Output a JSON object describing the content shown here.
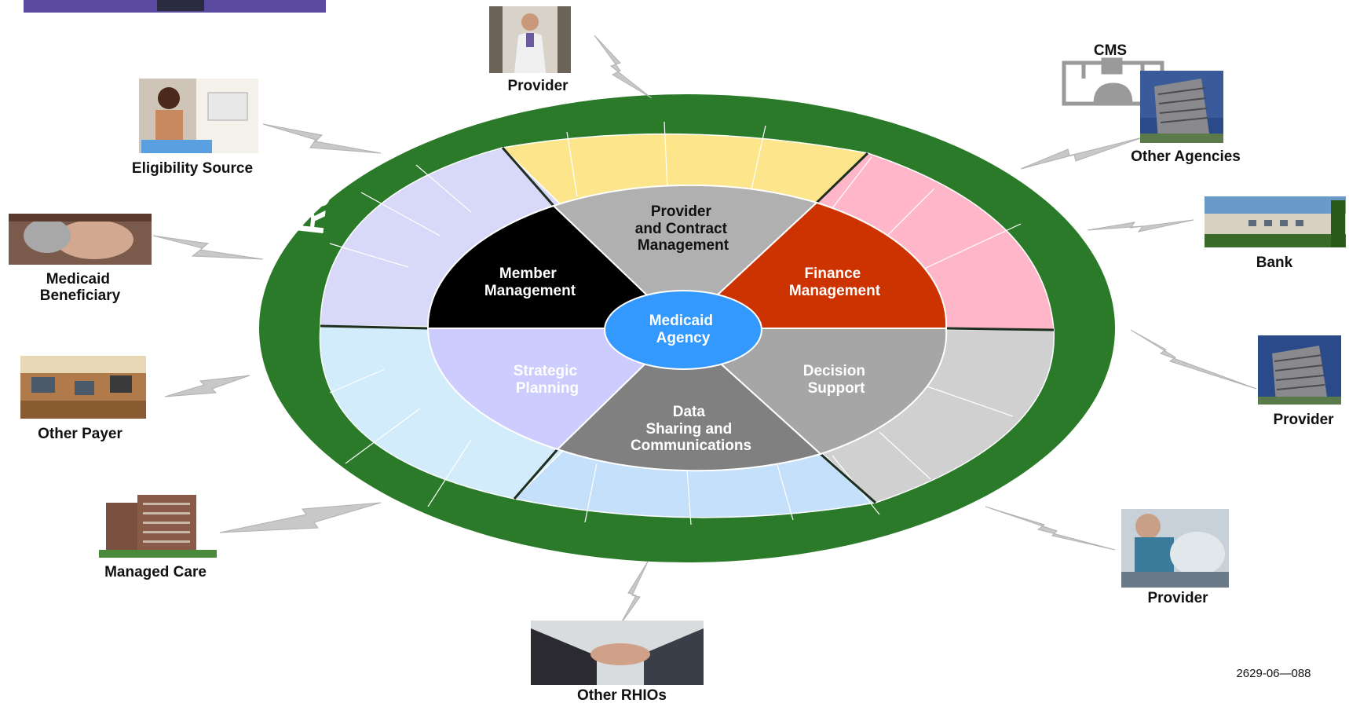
{
  "ring_title": "Regional Health Information Organization",
  "center": {
    "label_line1": "Medicaid",
    "label_line2": "Agency",
    "color": "#3399ff"
  },
  "segments": {
    "provider_contract": {
      "l1": "Provider",
      "l2": "and Contract",
      "l3": "Management",
      "color": "#b0b0b0"
    },
    "finance": {
      "l1": "Finance",
      "l2": "Management",
      "color": "#cc3300"
    },
    "decision": {
      "l1": "Decision",
      "l2": "Support",
      "color": "#a6a6a6"
    },
    "data_sharing": {
      "l1": "Data",
      "l2": "Sharing and",
      "l3": "Communications",
      "color": "#808080"
    },
    "strategic": {
      "l1": "Strategic",
      "l2": "Planning",
      "color": "#ccccff"
    },
    "member": {
      "l1": "Member",
      "l2": "Management",
      "color": "#000000"
    }
  },
  "outer_ring_color": "#2a7a2a",
  "external_entities": {
    "provider_top": "Provider",
    "eligibility_source": "Eligibility Source",
    "medicaid_beneficiary_l1": "Medicaid",
    "medicaid_beneficiary_l2": "Beneficiary",
    "other_payer": "Other Payer",
    "managed_care": "Managed Care",
    "other_rhios": "Other RHIOs",
    "cms": "CMS",
    "other_agencies": "Other Agencies",
    "bank": "Bank",
    "provider_right": "Provider",
    "provider_bottom_right": "Provider"
  },
  "figure_id": "2629-06—088"
}
